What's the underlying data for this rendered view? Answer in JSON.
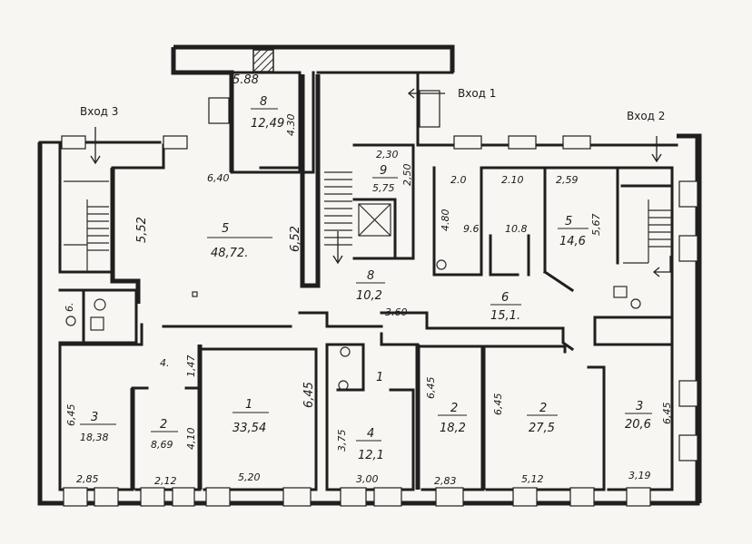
{
  "entrances": {
    "e1": "Вход 1",
    "e2": "Вход 2",
    "e3": "Вход 3"
  },
  "rooms": {
    "r_top_num": "8",
    "r_top_area": "12,49",
    "r_top_dim_w": "5.88",
    "r_top_dim_h": "4.30",
    "r_stair_num": "9",
    "r_stair_area": "5,75",
    "r_stair_dim_w": "2,30",
    "r_stair_dim_h": "2,50",
    "r_hall_num": "5",
    "r_hall_area": "48,72.",
    "r_hall_dim_top": "6,40",
    "r_hall_dim_left": "5,52",
    "r_hall_dim_right": "6,52",
    "r_corr_num": "8",
    "r_corr_area": "10,2",
    "r_cab1_dim_w": "2.0",
    "r_cab1_dim_h": "4.80",
    "r_cab1_area": "9.6",
    "r_cab2_dim_w": "2.10",
    "r_cab2_area": "10.8",
    "r_right_num": "5",
    "r_right_area": "14,6",
    "r_right_dim_w": "2,59",
    "r_right_dim_h": "5,67",
    "r_corr6_num": "6",
    "r_corr6_area": "15,1.",
    "r_corr6_dim": "3.60",
    "r_wc": "6.",
    "r_b3_num": "3",
    "r_b3_area": "18,38",
    "r_b3_dim_h": "6,45",
    "r_b3_dim_w": "2,85",
    "r_b2_num": "2",
    "r_b2_area": "8,69",
    "r_b2_dim_h": "4,10",
    "r_b2_dim_w": "2,12",
    "r_small_num": "4.",
    "r_small_dim": "1,47",
    "r_b1_num": "1",
    "r_b1_area": "33,54",
    "r_b1_dim_h": "6,45",
    "r_b1_dim_w": "5,20",
    "r_mid_num": "1",
    "r_b4_num": "4",
    "r_b4_area": "12,1",
    "r_b4_dim_h": "3,75",
    "r_b4_dim_w": "3,00",
    "r_b5_num": "2",
    "r_b5_area": "18,2",
    "r_b5_dim_h": "6,45",
    "r_b5_dim_w": "2,83",
    "r_b6_num": "2",
    "r_b6_area": "27,5",
    "r_b6_dim_h": "6,45",
    "r_b6_dim_w": "5,12",
    "r_b7_num": "3",
    "r_b7_area": "20,6",
    "r_b7_dim_h": "6,45",
    "r_b7_dim_w": "3,19"
  }
}
